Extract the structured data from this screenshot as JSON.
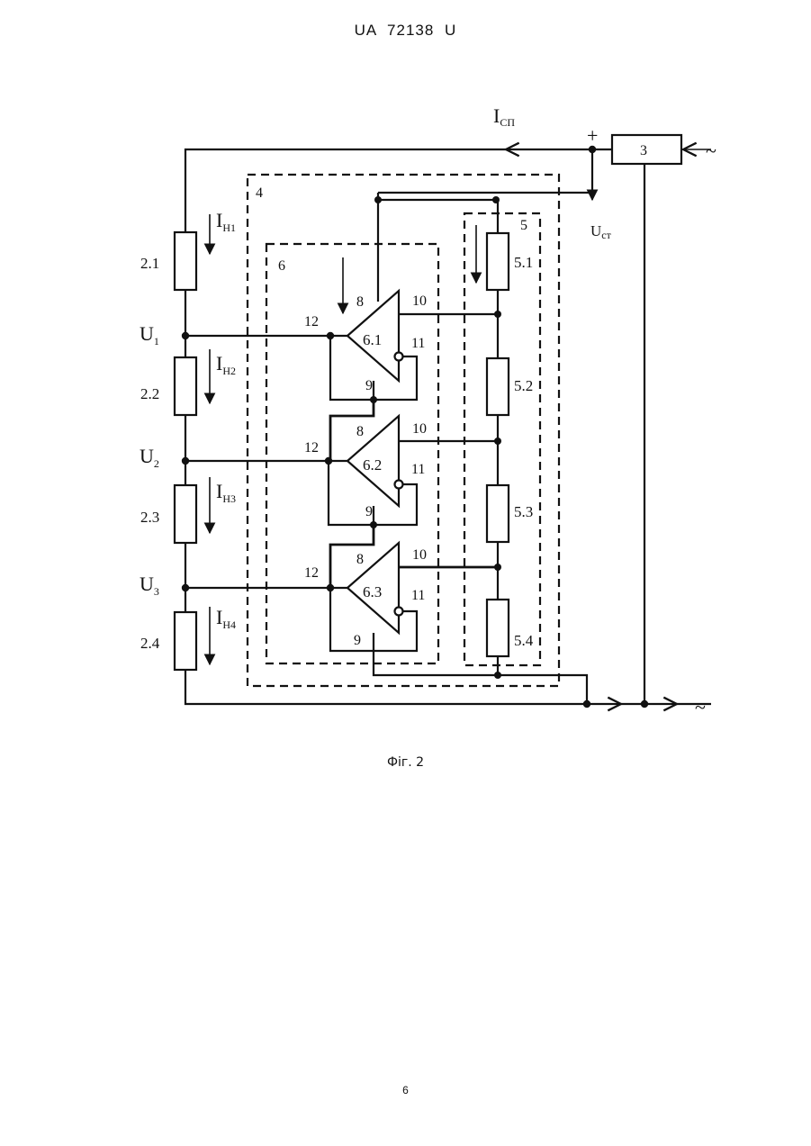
{
  "header": {
    "text": "UA 72138 U"
  },
  "figure": {
    "caption": "Фіг. 2"
  },
  "page": {
    "number": "6"
  },
  "labels": {
    "i_sp": "I",
    "i_sp_sub": "СП",
    "plus": "+",
    "block3": "3",
    "block4": "4",
    "block5": "5",
    "block6": "6",
    "u_st": "U",
    "u_st_sub": "ст",
    "tilde_in": "~",
    "tilde_out": "~",
    "r21": "2.1",
    "r22": "2.2",
    "r23": "2.3",
    "r24": "2.4",
    "r51": "5.1",
    "r52": "5.2",
    "r53": "5.3",
    "r54": "5.4",
    "amp61": "6.1",
    "amp62": "6.2",
    "amp63": "6.3",
    "u1": "U",
    "u1_sub": "1",
    "u2": "U",
    "u2_sub": "2",
    "u3": "U",
    "u3_sub": "3",
    "ih1": "I",
    "ih1_sub": "Н1",
    "ih2": "I",
    "ih2_sub": "Н2",
    "ih3": "I",
    "ih3_sub": "Н3",
    "ih4": "I",
    "ih4_sub": "Н4",
    "pin8": "8",
    "pin9": "9",
    "pin10": "10",
    "pin11": "11",
    "pin12": "12"
  }
}
